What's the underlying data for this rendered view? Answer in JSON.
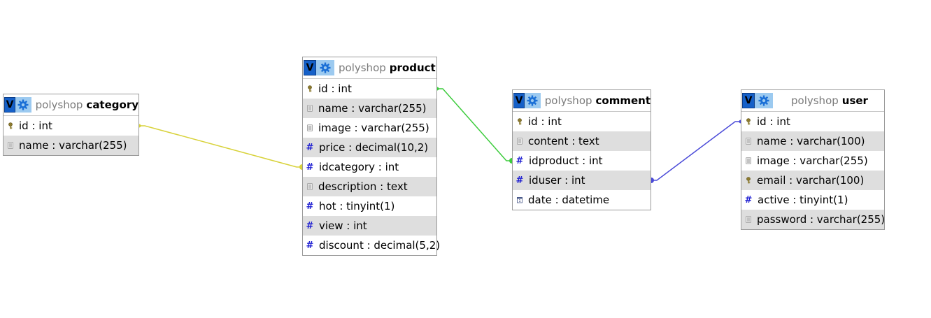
{
  "diagram": {
    "tables": [
      {
        "key": "category",
        "schema": "polyshop",
        "name": "category",
        "v_label": "V",
        "columns": [
          {
            "icon": "key",
            "label": "id : int"
          },
          {
            "icon": "text",
            "label": "name : varchar(255)"
          }
        ]
      },
      {
        "key": "product",
        "schema": "polyshop",
        "name": "product",
        "v_label": "V",
        "columns": [
          {
            "icon": "key",
            "label": "id : int"
          },
          {
            "icon": "text",
            "label": "name : varchar(255)"
          },
          {
            "icon": "text",
            "label": "image : varchar(255)"
          },
          {
            "icon": "number",
            "label": "price : decimal(10,2)"
          },
          {
            "icon": "number",
            "label": "idcategory : int"
          },
          {
            "icon": "text",
            "label": "description : text"
          },
          {
            "icon": "number",
            "label": "hot : tinyint(1)"
          },
          {
            "icon": "number",
            "label": "view : int"
          },
          {
            "icon": "number",
            "label": "discount : decimal(5,2)"
          }
        ]
      },
      {
        "key": "comment",
        "schema": "polyshop",
        "name": "comment",
        "v_label": "V",
        "columns": [
          {
            "icon": "key",
            "label": "id : int"
          },
          {
            "icon": "text",
            "label": "content : text"
          },
          {
            "icon": "number",
            "label": "idproduct : int"
          },
          {
            "icon": "number",
            "label": "iduser : int"
          },
          {
            "icon": "date",
            "label": "date : datetime"
          }
        ]
      },
      {
        "key": "user",
        "schema": "polyshop",
        "name": "user",
        "v_label": "V",
        "columns": [
          {
            "icon": "key",
            "label": "id : int"
          },
          {
            "icon": "text",
            "label": "name : varchar(100)"
          },
          {
            "icon": "text",
            "label": "image : varchar(255)"
          },
          {
            "icon": "key",
            "label": "email : varchar(100)"
          },
          {
            "icon": "number",
            "label": "active : tinyint(1)"
          },
          {
            "icon": "text",
            "label": "password : varchar(255)"
          }
        ]
      }
    ],
    "relations": [
      {
        "from": "category.id",
        "to": "product.idcategory",
        "color": "#d8d23a"
      },
      {
        "from": "product.id",
        "to": "comment.idproduct",
        "color": "#3dcc3d"
      },
      {
        "from": "user.id",
        "to": "comment.iduser",
        "color": "#4a4ad8"
      }
    ],
    "colors": {
      "row_alt": "#dedede",
      "header_schema": "#7a7a7a",
      "v_button": "#1560c8",
      "gear_button": "#9ccaf0",
      "number_icon": "#1f1fd2"
    }
  }
}
